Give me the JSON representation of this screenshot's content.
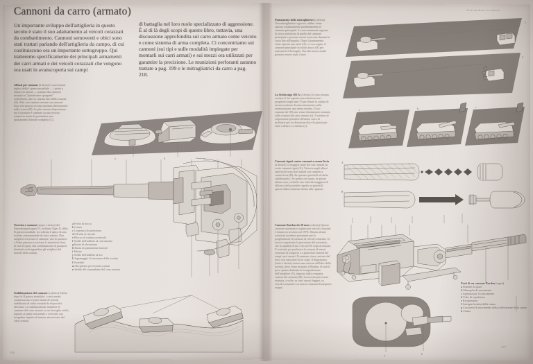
{
  "book": {
    "running_header": "Armi moderne da cannoni",
    "folio_left": "196",
    "folio_right": "197",
    "photo_credit": "ARMAMENTI"
  },
  "left_page": {
    "title": "Cannoni da carro (armato)",
    "column_1": "Un importante sviluppo dell'artiglieria in questo secolo è stato il suo adattamento ai veicoli corazzati da combattimento. Cannoni semoventi e obici sono stati trattati parlando dell'artiglieria da campo, di cui costituiscono ora un importante sottogruppo. Qui tratteremo specificamente dei principali armamenti dei carri armati e dei veicoli corazzati che vengono ora usati in avanscoperta sui campi",
    "column_2": "di battaglia nel loro ruolo specializzato di aggressione. È al di là degli scopi di questo libro, tuttavia, una discussione approfondita sul carro armato come veicolo e come sistema di arma completa. Ci concentriamo sui cannoni (sui tipi e sulle modalità impiegate per montarli sui carri armati) e sui mezzi ora utilizzati per garantire la precisione. Le munizioni perforanti saranno trattate a pag. 199 e le mitragliatrici da carro a pag. 218.",
    "captions": [
      {
        "id": "affusti-per-cannone",
        "lead": "Affusti per cannone",
        "position": "(a destra)",
        "text": "I carri armati inglesi della I guerra mondiale — i primi a entrare in azione — portano due cannoni montati su \"piattaforme sporgenti\" scatolformi, uno su ciascun lato della corazza (A). Altri carri armati avevano un cannone fisso che sparava in mira montato direttamente nello scasso (B). La più comune disposizione era il montare il cannone su una torretta rotante in modo da permettere uno spostamento laterale completo (C)."
      },
      {
        "id": "torretta-e-cannone",
        "lead": "Torretta e cannone",
        "position": "(sopra e destra)",
        "text": "del Panzerkampfwagen VI, ordinato Tiger II, della II guerra mondiale. Lo schema è tipico di una torretta convenzionale di carro armato. Due artiglieri servivano il cannone: uno lo puntava e l'altro pensava a caricare le munizioni fisse. Si noti il ripari, una combinazione di paraperti destinati a salvaguardare gli artiglieri dal rinculo della culatta."
      },
      {
        "id": "stabilizzazione-del-cannone",
        "lead": "Stabilizzazione del cannone",
        "position": "(a destra)",
        "text": "Subito dopo la II guerra mondiale, i carri armati cominciarono a essere dotati di sistemi stabilizzati di solito montati da dispositivi elevatori. La stabilizzazione mantiene il cannone del carro armato su un bersaglio scelto, rispetto ai piani orizzontale e verticale, ma irregolare rispetto al terreno attraversato dal carro armato."
      }
    ],
    "turret_legend_title": "",
    "turret_legend": [
      {
        "key": "a",
        "label": "Freno di bocca"
      },
      {
        "key": "b",
        "label": "Canna"
      },
      {
        "key": "c",
        "label": "Copertura di protezione"
      },
      {
        "key": "d",
        "label": "Cilindri di rinculo"
      },
      {
        "key": "e",
        "label": "Blocco di culatta scorrevole"
      },
      {
        "key": "f",
        "label": "Sedile dell'addetto al caricamento"
      },
      {
        "key": "g",
        "label": "Ruota di elevazione"
      },
      {
        "key": "h",
        "label": "Ruota di puntamento laterale"
      },
      {
        "key": "i",
        "label": "Mirino"
      },
      {
        "key": "j",
        "label": "Sedile dell'addetto al tiro"
      },
      {
        "key": "k",
        "label": "Ingranaggio di rotazione della torretta"
      },
      {
        "key": "l",
        "label": "Proiettile"
      },
      {
        "key": "m",
        "label": "Recipiente per bossoli scartati"
      },
      {
        "key": "n",
        "label": "Sedile del comandante del carro armato"
      }
    ]
  },
  "right_page": {
    "captions": [
      {
        "id": "puntamento-mitragliatrici",
        "lead": "Puntamento delle mitragliatrici",
        "position": "(a destra)",
        "text": "Una mitragliatrice a grosso calibro viene sparata continuamente parallelamente al cannone principale. Le sue munizioni seguono la stessa traiettoria di quelle del cannone principale e possono essere osservate durante la corsa fino all'impatto. Dopo il puntamento viene sparata una salva (A), se va a segno, il cannone principale fa subito fuoco (B) per assicurarsi il bersaglio. Ora allo stesso modo possono essere usati i laser."
      },
      {
        "id": "stridsvagn-103",
        "lead": "Lo Stridsvagn 103 A",
        "position": "(a destra)",
        "text": "il carro armato svedese S, ha ispirato una soluzione tra i progettisti negli anni 70 per dotare la culatta di un meccanismo di autocaricamento sulla estensione per una intera torretta. Il suo cannone da 105 mm viene direttamente montato sulla corazza del carro armato (a). Il sistema di sospensione permette all'intero carro di inclinarsi per la elevazione (b) e di girarsi per stare a destra e a sinistra (c)."
      },
      {
        "id": "rigati-contro-lisci",
        "lead": "Cannoni rigati contro cannoni a canna liscia",
        "position": "(a destra)",
        "text": "La maggior parte dei carri armati ha avuto cannoni rigati (A). Tuttavia negli ultimi anni molti sono stati armati con cannoni a canna liscia (B) che sparano proiettili ad alette stabilizzatrici. Se questo che spara, in questo ultimo caso, richiede una velocità maggiore di efficacia del proiettile rispetto ai proiettili sparati dalla rotazione dentro alla rigatura."
      },
      {
        "id": "cannone-rarden",
        "lead": "Cannone Rarden da 30 mm",
        "position": "(a destra)",
        "text": "Questo cannone automatico inglese per veicoli corazzati è entrato in servizio nel 1974. Illustra alcune soluzioni moderne presentate per la progettazione di cannoni di veicoli corazzati. Si ricerca soprattutto la precisione del momento, che la rapidità di tiro è di soli 90 colpi al minuto. Il costruito per perforare la corazza di mezzi corazzati di trasporto e a protezioni laterali dei tempi carri armati. Il cannone viene caricato dal retro con caricatori di tre colpi. Il diagramma (sotto a destra) mostra una sezione dall'alto della torretta, dove viene montato il Rarden. Si noti il poco spazio destinato al compartimento dell'artigliere (A), imposto dalla compatta camera del cannone (B). La torretta può essere montata, a volte, su carri armati leggeri, su veicoli corazzati e su mezzi corazzati di trasporto truppe."
      }
    ],
    "machinegun_panels": [
      {
        "num": "1"
      },
      {
        "num": "2"
      }
    ],
    "stridsvagn_panels": [
      {
        "key": "a"
      },
      {
        "key": "b"
      },
      {
        "key": "c"
      }
    ],
    "barrel_diagram": [
      {
        "key": "A",
        "type": "rifled"
      },
      {
        "key": "B",
        "type": "smoothbore"
      }
    ],
    "turret_section_labels": [
      {
        "key": "a"
      },
      {
        "key": "b"
      }
    ],
    "rarden_legend_title": "Parti di un cannone Rarden",
    "rarden_legend_position": "(sopra)",
    "rarden_legend": [
      {
        "key": "a",
        "label": "Bottone di sparo"
      },
      {
        "key": "b",
        "label": "Manopola di movimento"
      },
      {
        "key": "c",
        "label": "Apertura per il caricamento"
      },
      {
        "key": "d",
        "label": "Tubo di espulsione"
      },
      {
        "key": "e",
        "label": "Ricuperatore"
      },
      {
        "key": "f",
        "label": "Sostegno/sostien della canna"
      },
      {
        "key": "g",
        "label": "Cuscinetti di movimento della sollevazione della canna"
      },
      {
        "key": "h",
        "label": "Canna"
      }
    ]
  },
  "colors": {
    "paper": "#e7e1dd",
    "band": "#8b837f",
    "ink": "#6e6661",
    "text": "#5d5551",
    "faded_text": "#938b86"
  }
}
